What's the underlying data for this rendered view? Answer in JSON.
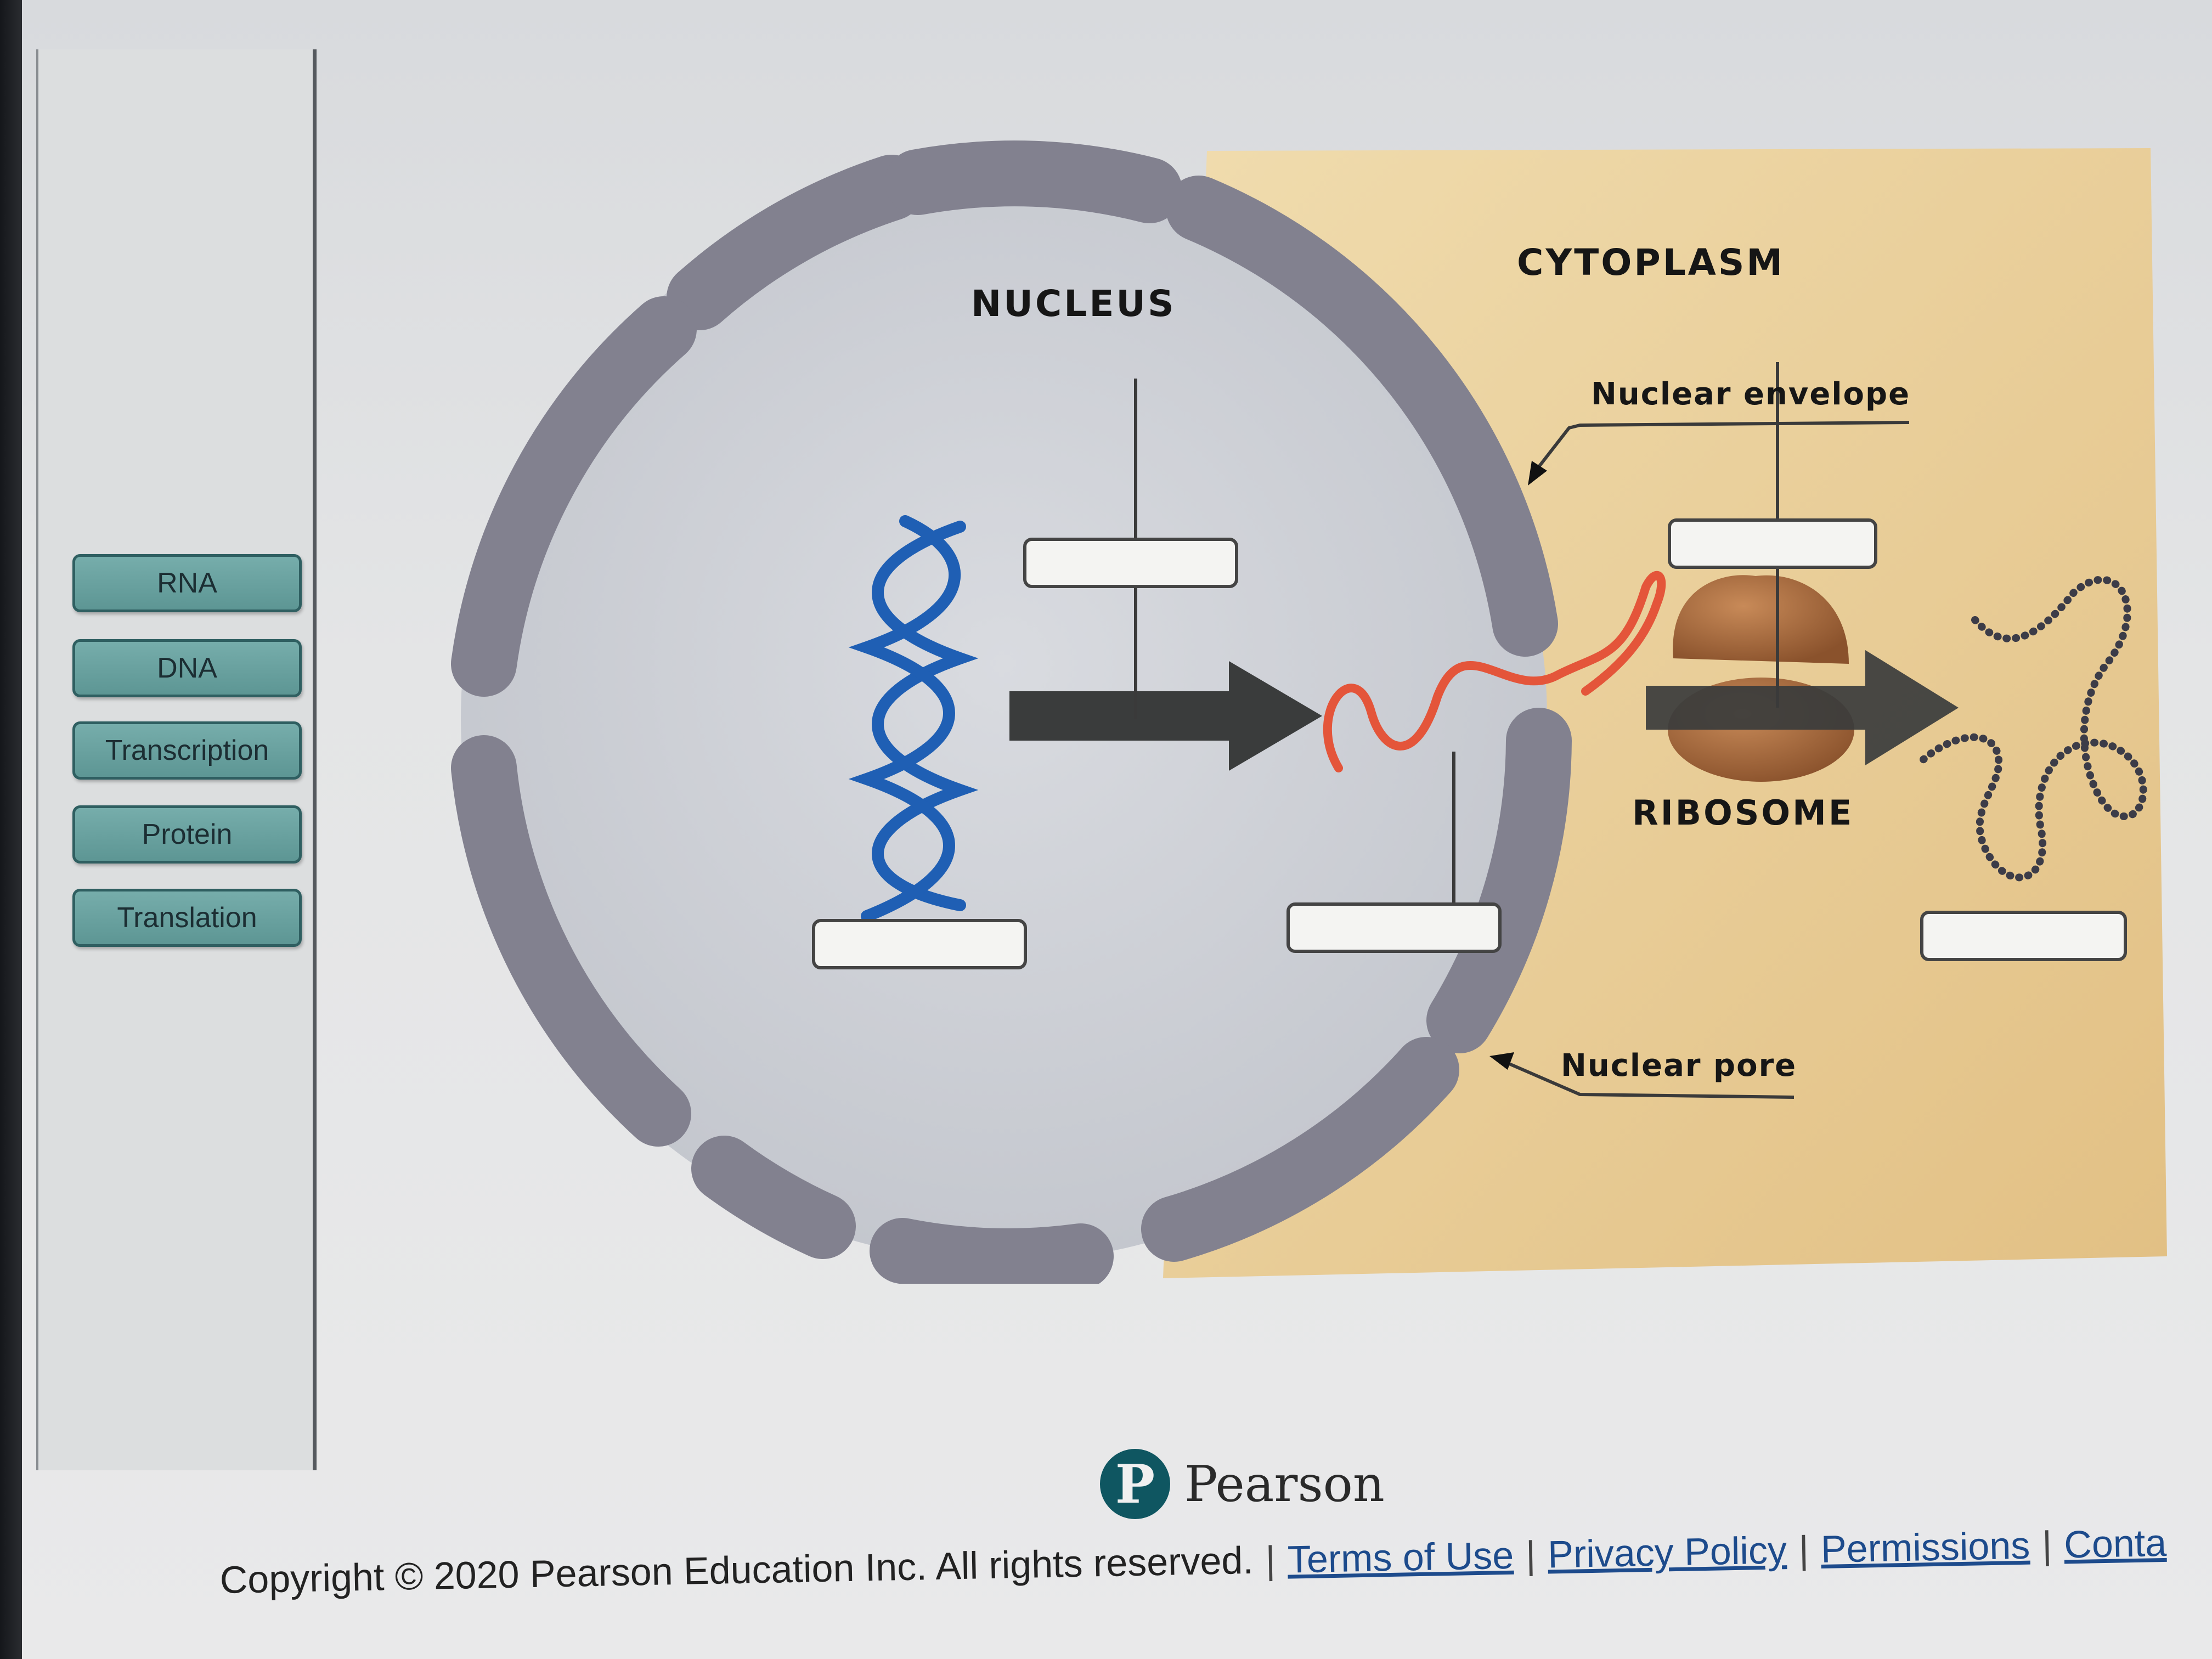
{
  "word_bank": {
    "items": [
      {
        "id": "rna",
        "label": "RNA"
      },
      {
        "id": "dna",
        "label": "DNA"
      },
      {
        "id": "transcription",
        "label": "Transcription"
      },
      {
        "id": "protein",
        "label": "Protein"
      },
      {
        "id": "translation",
        "label": "Translation"
      }
    ]
  },
  "diagram": {
    "nucleus_label": "NUCLEUS",
    "cytoplasm_label": "CYTOPLASM",
    "nuclear_envelope_label": "Nuclear envelope",
    "nuclear_pore_label": "Nuclear pore",
    "ribosome_label": "RIBOSOME",
    "colors": {
      "nucleus_fill": "#c9ccd2",
      "envelope": "#82818f",
      "cytoplasm": "#e6c98f",
      "dna": "#1f5fb4",
      "mrna": "#e4553a",
      "ribosome": "#a0643a",
      "arrow": "#3a3c3c"
    }
  },
  "footer": {
    "brand": "Pearson",
    "logo_letter": "P",
    "copyright": "Copyright © 2020 Pearson Education Inc. All rights reserved.",
    "links": [
      "Terms of Use",
      "Privacy Policy",
      "Permissions",
      "Conta"
    ]
  }
}
